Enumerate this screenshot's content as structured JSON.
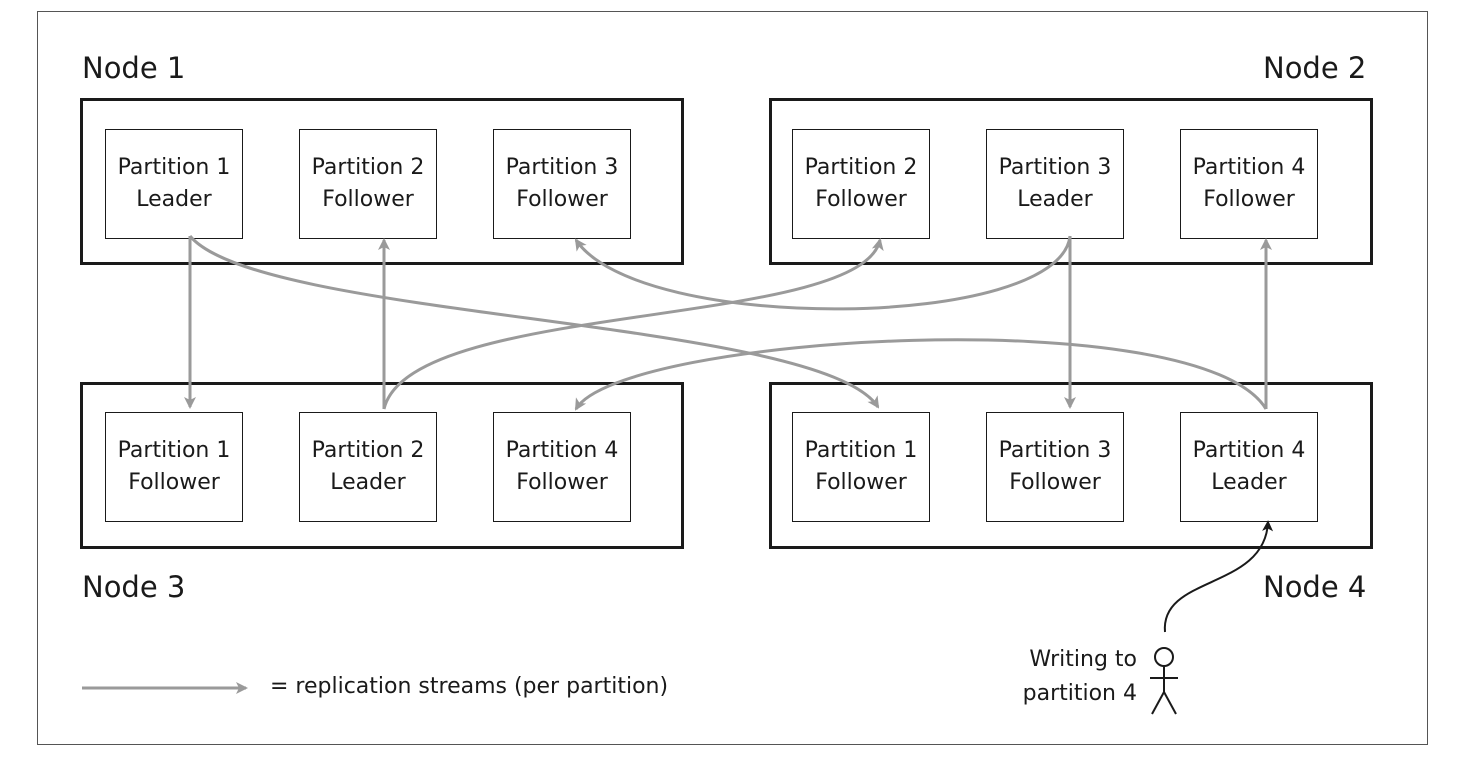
{
  "nodes": [
    {
      "label": "Node 1",
      "partitions": [
        {
          "name": "Partition 1",
          "role": "Leader"
        },
        {
          "name": "Partition 2",
          "role": "Follower"
        },
        {
          "name": "Partition 3",
          "role": "Follower"
        }
      ]
    },
    {
      "label": "Node 2",
      "partitions": [
        {
          "name": "Partition 2",
          "role": "Follower"
        },
        {
          "name": "Partition 3",
          "role": "Leader"
        },
        {
          "name": "Partition 4",
          "role": "Follower"
        }
      ]
    },
    {
      "label": "Node 3",
      "partitions": [
        {
          "name": "Partition 1",
          "role": "Follower"
        },
        {
          "name": "Partition 2",
          "role": "Leader"
        },
        {
          "name": "Partition 4",
          "role": "Follower"
        }
      ]
    },
    {
      "label": "Node 4",
      "partitions": [
        {
          "name": "Partition 1",
          "role": "Follower"
        },
        {
          "name": "Partition 3",
          "role": "Follower"
        },
        {
          "name": "Partition 4",
          "role": "Leader"
        }
      ]
    }
  ],
  "legend": {
    "text": "= replication streams (per partition)"
  },
  "writer": {
    "line1": "Writing to",
    "line2": "partition 4",
    "icon": "stick-figure-icon"
  },
  "colors": {
    "stream": "#9a9a9a",
    "box": "#1a1a1a",
    "write": "#1a1a1a"
  }
}
